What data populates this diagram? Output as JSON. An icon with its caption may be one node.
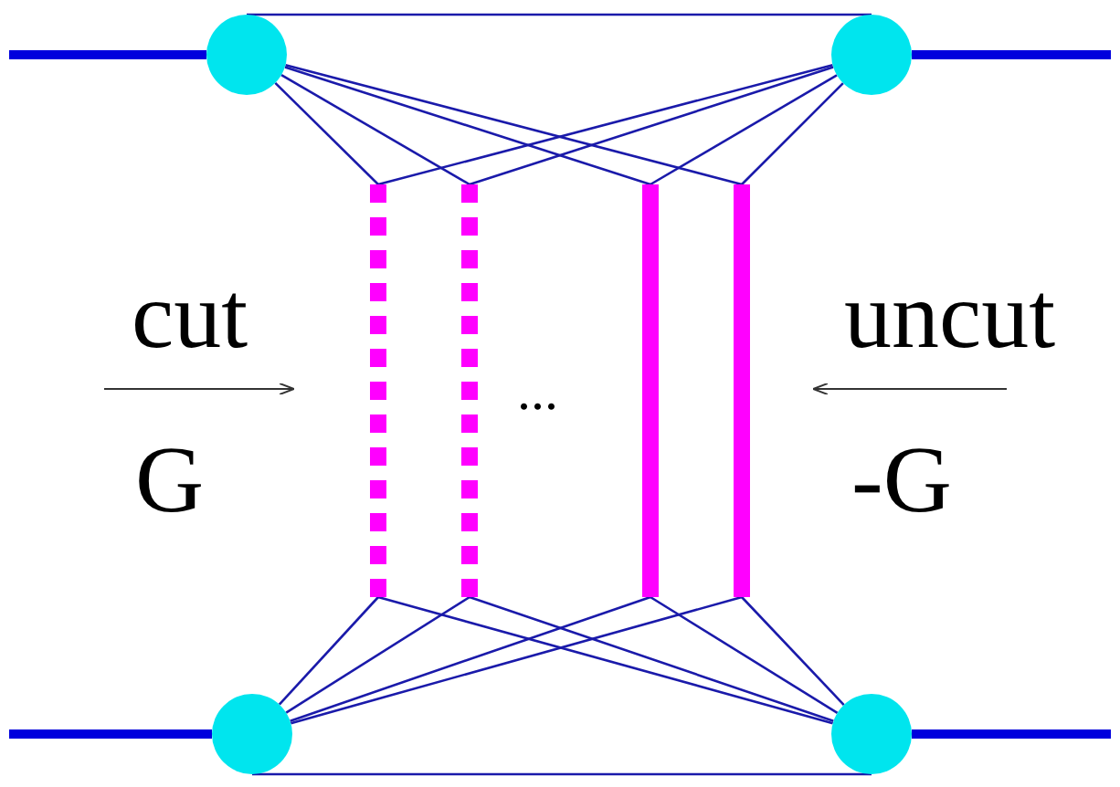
{
  "diagram": {
    "nodes": [
      {
        "text": [],
        "shape": "circle"
      },
      {
        "text": [],
        "shape": "circle"
      },
      {
        "text": [],
        "shape": "bar"
      },
      {
        "text": [],
        "shape": "bar"
      },
      {
        "text": [],
        "shape": "bar"
      },
      {
        "text": [],
        "shape": "bar"
      },
      {
        "text": [],
        "shape": "circle"
      },
      {
        "text": [],
        "shape": "circle"
      }
    ],
    "edges": [
      {
        "from": null,
        "to": 0,
        "arrow": "none",
        "style": "thick",
        "color": "#0000dd"
      },
      {
        "from": 1,
        "to": null,
        "arrow": "none",
        "style": "thick",
        "color": "#0000dd"
      },
      {
        "from": null,
        "to": 6,
        "arrow": "none",
        "style": "thick",
        "color": "#0000dd"
      },
      {
        "from": 7,
        "to": null,
        "arrow": "none",
        "style": "thick",
        "color": "#0000dd"
      },
      {
        "from": 0,
        "to": 1,
        "arrow": "none"
      },
      {
        "from": 6,
        "to": 7,
        "arrow": "none"
      },
      {
        "from": 0,
        "to": 2,
        "arrow": "none"
      },
      {
        "from": 0,
        "to": 3,
        "arrow": "none"
      },
      {
        "from": 0,
        "to": 4,
        "arrow": "none"
      },
      {
        "from": 0,
        "to": 5,
        "arrow": "none"
      },
      {
        "from": 1,
        "to": 2,
        "arrow": "none"
      },
      {
        "from": 1,
        "to": 3,
        "arrow": "none"
      },
      {
        "from": 1,
        "to": 4,
        "arrow": "none"
      },
      {
        "from": 1,
        "to": 5,
        "arrow": "none"
      },
      {
        "from": 6,
        "to": 2,
        "arrow": "none"
      },
      {
        "from": 6,
        "to": 3,
        "arrow": "none"
      },
      {
        "from": 6,
        "to": 4,
        "arrow": "none"
      },
      {
        "from": 6,
        "to": 5,
        "arrow": "none"
      },
      {
        "from": 7,
        "to": 2,
        "arrow": "none"
      },
      {
        "from": 7,
        "to": 3,
        "arrow": "none"
      },
      {
        "from": 7,
        "to": 4,
        "arrow": "none"
      },
      {
        "from": 7,
        "to": 5,
        "arrow": "none"
      }
    ],
    "labels": [
      "cut",
      "G",
      "...",
      "uncut",
      "-G"
    ]
  }
}
